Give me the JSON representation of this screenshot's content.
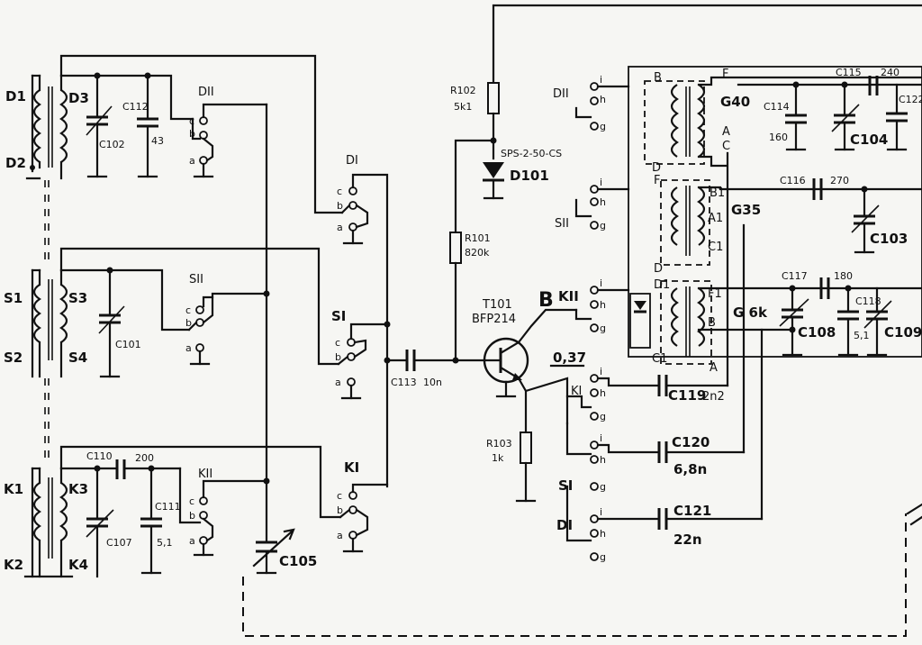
{
  "diagram": {
    "coils": {
      "d1": "D1",
      "d2": "D2",
      "d3": "D3",
      "s1": "S1",
      "s2": "S2",
      "s3": "S3",
      "s4": "S4",
      "k1": "K1",
      "k2": "K2",
      "k3": "K3",
      "k4": "K4"
    },
    "capacitors": {
      "c112": "C112",
      "c112_val": "43",
      "c102": "C102",
      "c101": "C101",
      "c110": "C110",
      "c110_val": "200",
      "c111": "C111",
      "c111_val": "5,1",
      "c107": "C107",
      "c105": "C105",
      "c113": "C113",
      "c113_val": "10n",
      "c114": "C114",
      "c114_val": "160",
      "c115": "C115",
      "c115_val": "240",
      "c104": "C104",
      "c122": "C122",
      "c116": "C116",
      "c116_val": "270",
      "c103": "C103",
      "c117": "C117",
      "c117_val": "180",
      "c118": "C118",
      "c118_val": "5,1",
      "c108": "C108",
      "c109": "C109",
      "c119": "C119",
      "c119_val": "2n2",
      "c120": "C120",
      "c120_val": "6,8n",
      "c121": "C121",
      "c121_val": "22n"
    },
    "resistors": {
      "r102": "R102",
      "r102_val": "5k1",
      "r101": "R101",
      "r101_val": "820k",
      "r103": "R103",
      "r103_val": "1k"
    },
    "diode": {
      "part": "SPS-2-50-CS",
      "name": "D101"
    },
    "transistor": {
      "name": "T101",
      "type": "BFP214",
      "b_marker": "B",
      "emitter_v": "0,37"
    },
    "switches": {
      "d2": "DII",
      "d1": "DI",
      "s2": "SII",
      "s1": "SI",
      "k2": "KII",
      "k1": "KI",
      "pos_c": "c",
      "pos_b": "b",
      "pos_a": "a",
      "pos_i": "i",
      "pos_h": "h",
      "pos_g": "g"
    },
    "transformers": {
      "g40": "G40",
      "g35": "G35",
      "g6k": "G 6k",
      "pin_b": "B",
      "pin_f": "F",
      "pin_a": "A",
      "pin_c": "C",
      "pin_d": "D",
      "pin_b1": "B1",
      "pin_a1": "A1",
      "pin_c1": "C1",
      "pin_f1": "F1",
      "pin_d1": "D1",
      "pin_c2": "C1"
    }
  }
}
